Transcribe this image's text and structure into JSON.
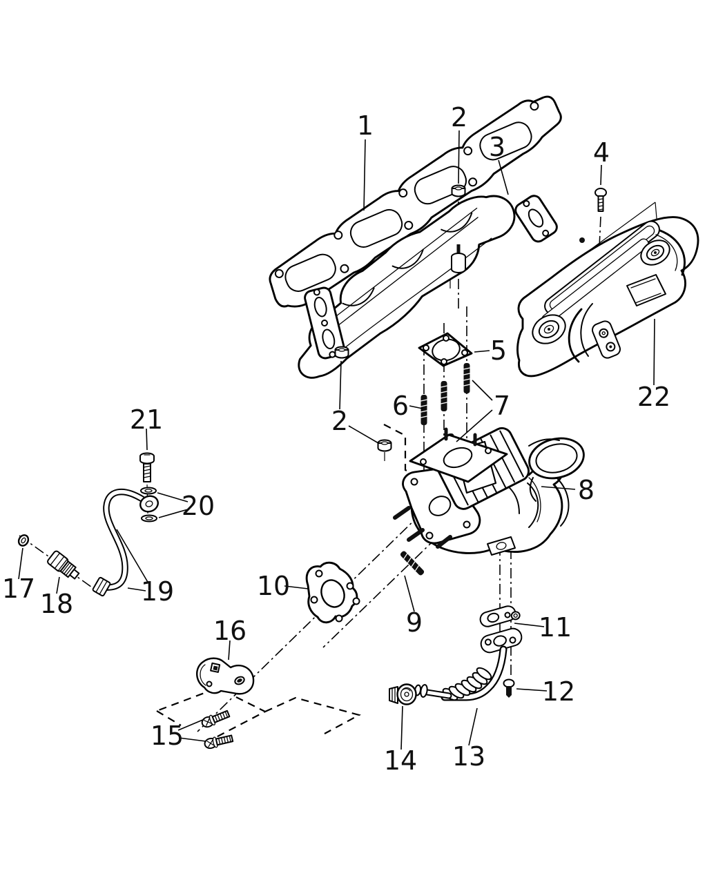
{
  "diagram": {
    "type": "exploded-parts-diagram",
    "colors": {
      "background": "#ffffff",
      "line": "#000000"
    },
    "callouts": [
      {
        "label": "1",
        "part": "exhaust-manifold-gasket"
      },
      {
        "label": "2",
        "part": "manifold-nut-upper"
      },
      {
        "label": "3",
        "part": "exhaust-manifold"
      },
      {
        "label": "4",
        "part": "heat-shield-bolt"
      },
      {
        "label": "5",
        "part": "turbo-inlet-gasket"
      },
      {
        "label": "6",
        "part": "mounting-stud-short"
      },
      {
        "label": "7",
        "part": "mounting-stud-long"
      },
      {
        "label": "2",
        "part": "manifold-nut-lower"
      },
      {
        "label": "8",
        "part": "turbocharger"
      },
      {
        "label": "9",
        "part": "outlet-stud"
      },
      {
        "label": "10",
        "part": "exhaust-outlet-gasket"
      },
      {
        "label": "11",
        "part": "oil-drain-gasket"
      },
      {
        "label": "12",
        "part": "oil-drain-bolt"
      },
      {
        "label": "13",
        "part": "oil-drain-tube"
      },
      {
        "label": "14",
        "part": "drain-tube-fitting"
      },
      {
        "label": "15",
        "part": "bracket-bolt"
      },
      {
        "label": "16",
        "part": "support-bracket"
      },
      {
        "label": "17",
        "part": "o-ring"
      },
      {
        "label": "18",
        "part": "oil-supply-fitting"
      },
      {
        "label": "19",
        "part": "oil-supply-tube"
      },
      {
        "label": "20",
        "part": "sealing-washer"
      },
      {
        "label": "21",
        "part": "banjo-bolt"
      },
      {
        "label": "22",
        "part": "heat-shield"
      }
    ]
  }
}
